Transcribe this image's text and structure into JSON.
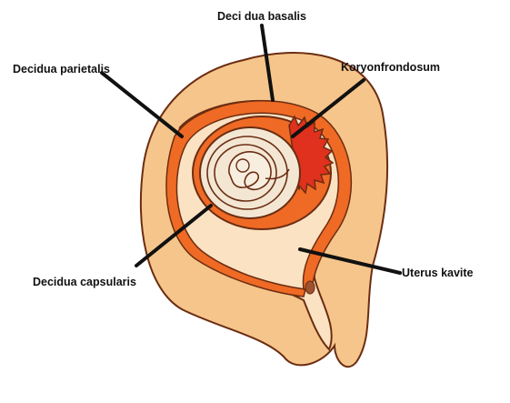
{
  "labels": {
    "decidua_basalis": "Deci dua basalis",
    "koryon_frondosum": "Koryonfrondosum",
    "decidua_parietalis": "Decidua parietalis",
    "decidua_capsularis": "Decidua capsularis",
    "uterus_cavity": "Uterus kavite"
  },
  "colors": {
    "uterine_wall": "#f6c58b",
    "decidua": "#ef6a24",
    "chorion_frondosum": "#e0301e",
    "cavity": "#fbe2c3",
    "embryo": "#f3e7d4",
    "outline": "#6b2d12"
  }
}
